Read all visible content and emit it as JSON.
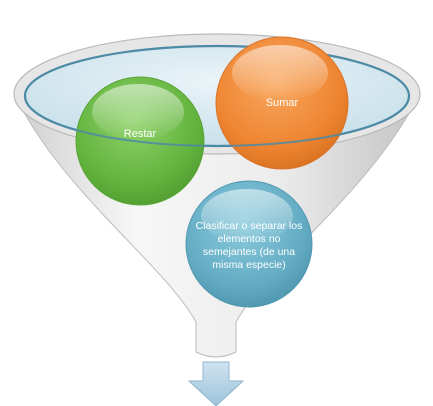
{
  "diagram": {
    "type": "funnel",
    "items": [
      {
        "id": "restar",
        "label": "Restar",
        "color": "#6dbb49"
      },
      {
        "id": "sumar",
        "label": "Sumar",
        "color": "#ef8a35"
      },
      {
        "id": "clasificar",
        "label": "Clasificar o separar los elementos no semejantes (de una misma especie)",
        "color": "#6bb2c9"
      }
    ],
    "colors": {
      "funnel_fill": "#dcdcdc",
      "rim_fill": "#d3e8f0",
      "rim_stroke": "#4c8aa5",
      "arrow": "#a8cbe0"
    }
  }
}
